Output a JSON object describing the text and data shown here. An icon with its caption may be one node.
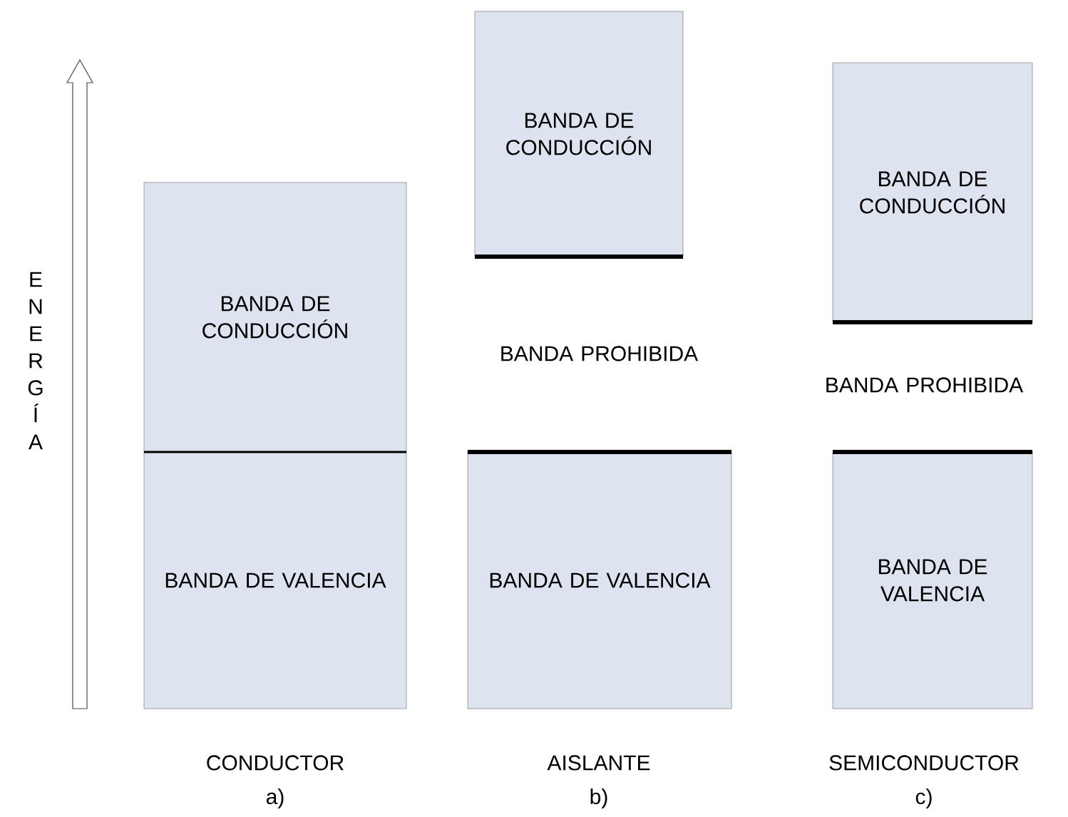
{
  "diagram": {
    "nodes": [
      {
        "text": [
          "BANDA DE CONDUCCIÓN"
        ]
      },
      {
        "text": [
          "BANDA DE VALENCIA"
        ]
      },
      {
        "text": [
          "BANDA DE CONDUCCIÓN"
        ]
      },
      {
        "text": [
          "BANDA DE VALENCIA"
        ]
      },
      {
        "text": [
          "BANDA DE CONDUCCIÓN"
        ]
      },
      {
        "text": [
          "BANDA DE VALENCIA"
        ]
      }
    ],
    "labels": [
      "E N E R G Í A",
      "BANDA PROHIBIDA",
      "BANDA PROHIBIDA",
      "CONDUCTOR",
      "a)",
      "AISLANTE",
      "b)",
      "SEMICONDUCTOR",
      "c)"
    ]
  }
}
